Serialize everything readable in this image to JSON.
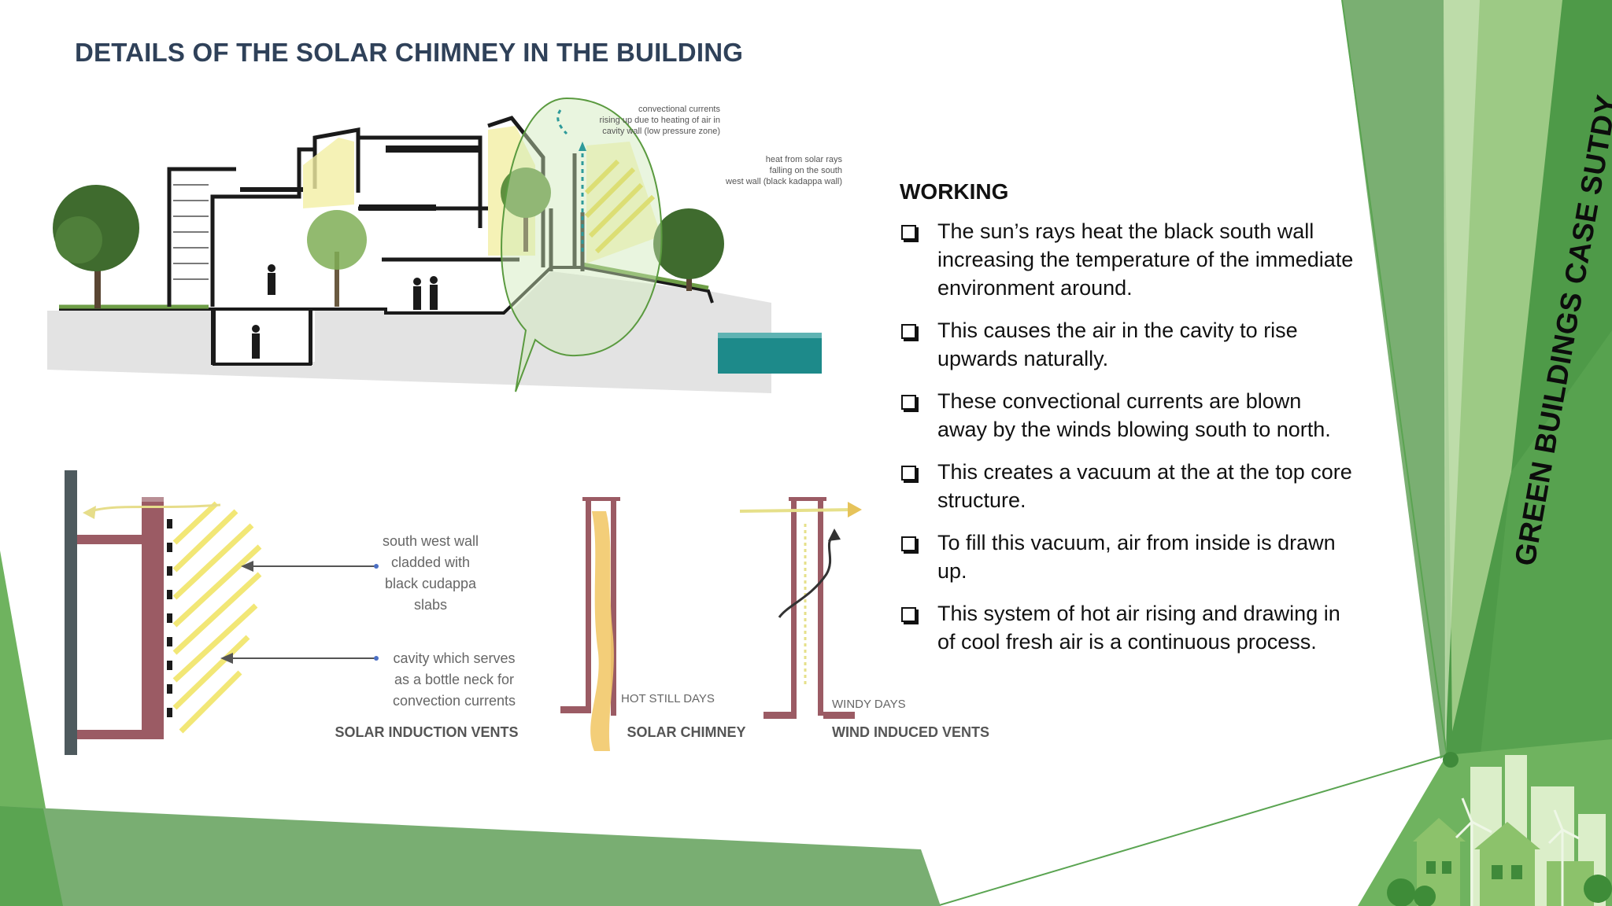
{
  "slide": {
    "title": "DETAILS OF THE SOLAR CHIMNEY IN THE BUILDING",
    "side_title": "GREEN BUILDINGS CASE SUTDY"
  },
  "working": {
    "heading": "WORKING",
    "points": [
      "The sun’s rays heat the black south wall increasing the temperature of the immediate environment around.",
      "This causes the air in the cavity to rise upwards naturally.",
      "These convectional currents are blown away by the winds blowing south to north.",
      "This creates a vacuum at the at the top core structure.",
      "To fill this vacuum, air from inside is drawn up.",
      "This system of hot air rising and drawing in of cool fresh air is a continuous process."
    ]
  },
  "section_diagram": {
    "callout_text": [
      "convectional currents",
      "rising up due to heating of air in",
      "cavity wall (low pressure zone)"
    ],
    "wall_note": [
      "heat from solar rays",
      "falling on the south",
      "west wall (black kadappa wall)"
    ]
  },
  "vent_diagram": {
    "wall_label": [
      "south west wall",
      "cladded with",
      "black cudappa",
      "slabs"
    ],
    "cavity_label": [
      "cavity which serves",
      "as a bottle neck for",
      "convection currents"
    ],
    "captions": {
      "solar_induction": "SOLAR INDUCTION VENTS",
      "hot_still": "HOT STILL DAYS",
      "solar_chimney": "SOLAR CHIMNEY",
      "windy": "WINDY DAYS",
      "wind_induced": "WIND INDUCED VENTS"
    }
  },
  "colors": {
    "title": "#2f4159",
    "green_dark": "#4e9a48",
    "green_mid": "#6fb35f",
    "green_light": "#a9d18e",
    "wall": "#9b5b64",
    "sun_yellow": "#f1e35a"
  }
}
